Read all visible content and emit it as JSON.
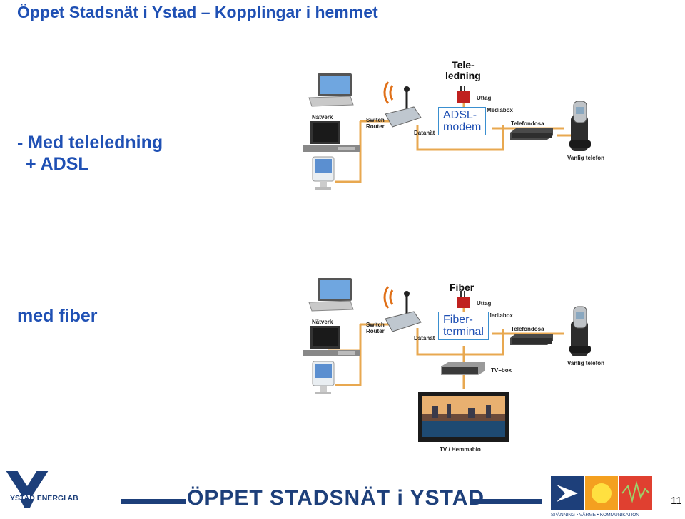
{
  "title": "Öppet Stadsnät i Ystad – Kopplingar i hemmet",
  "sections": [
    {
      "label_line1": "- Med teleledning",
      "label_line2": "+ ADSL",
      "source_label": "Tele-\nledning",
      "modem_label": "ADSL-\nmodem",
      "labels": {
        "network": "Nätverk",
        "switch": "Switch",
        "router": "Router",
        "datanat": "Datanät",
        "uttag": "Uttag",
        "mediabox": "Mediabox",
        "telefondosa": "Telefondosa",
        "phone": "Vanlig telefon"
      }
    },
    {
      "label_line1": "med fiber",
      "source_label": "Fiber",
      "modem_label": "Fiber-\nterminal",
      "labels": {
        "network": "Nätverk",
        "switch": "Switch",
        "router": "Router",
        "datanat": "Datanät",
        "uttag": "Uttag",
        "mediabox": "Mediabox",
        "telefondosa": "Telefondosa",
        "phone": "Vanlig telefon",
        "tvbox": "TV−box",
        "tv": "TV / Hemmabio"
      }
    }
  ],
  "footer": {
    "logo_text": "YSTAD ENERGI AB",
    "banner": "ÖPPET STADSNÄT i YSTAD",
    "tagline": "SPÄNNING • VÄRME • KOMMUNIKATION",
    "page_number": "11"
  },
  "colors": {
    "title": "#1f50b4",
    "cable": "#e8a850",
    "box_border": "#3a8fd0",
    "footer_navy": "#1d3f7a"
  }
}
